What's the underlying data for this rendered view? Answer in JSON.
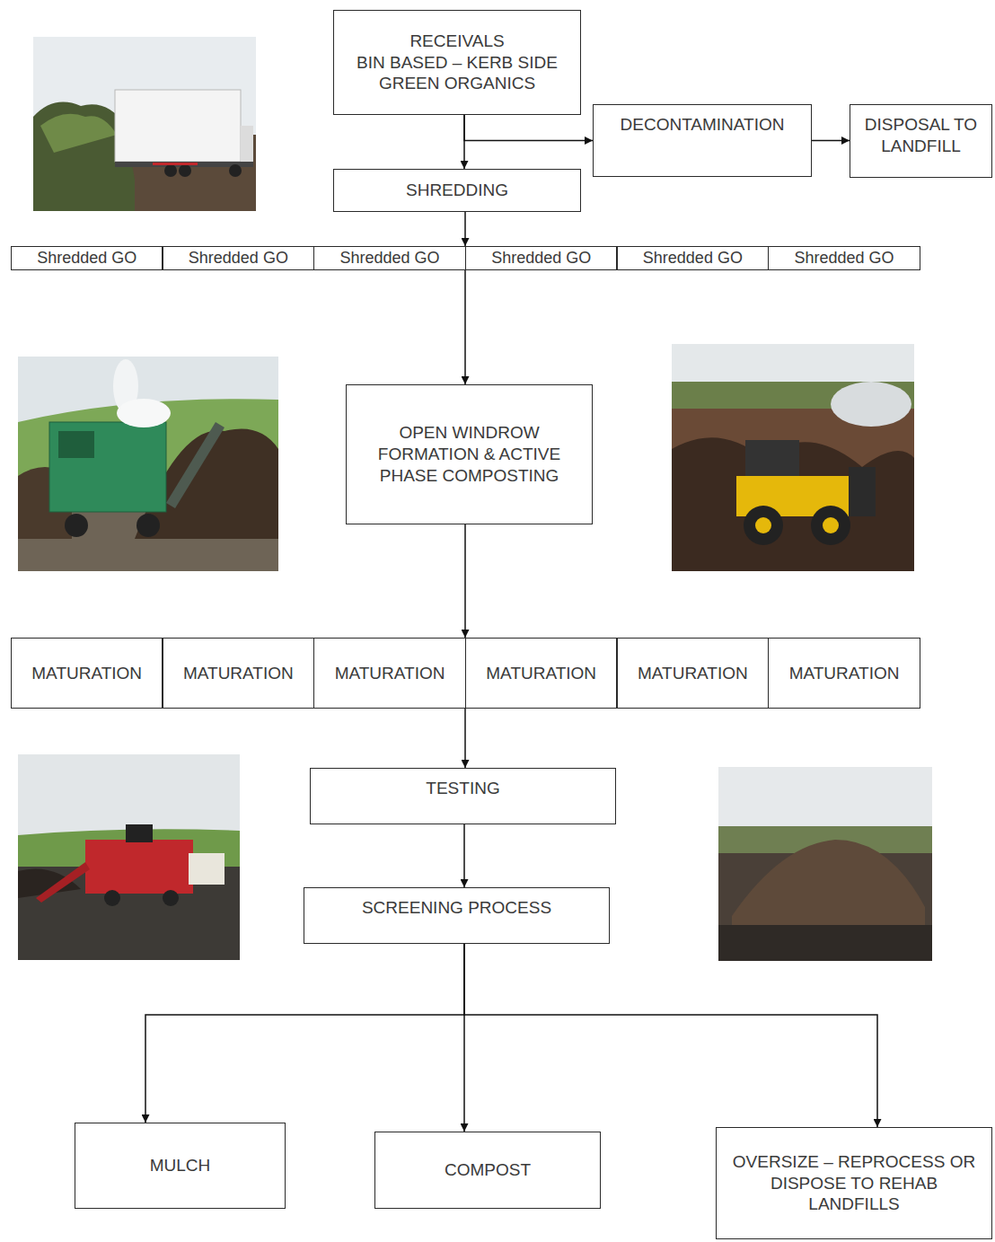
{
  "diagram": {
    "nodes": [
      {
        "text": [
          "RECEIVALS",
          "BIN BASED – KERB SIDE GREEN ORGANICS"
        ]
      },
      {
        "text": [
          "DECONTAMINATION"
        ]
      },
      {
        "text": [
          "DISPOSAL TO LANDFILL"
        ]
      },
      {
        "text": [
          "SHREDDING"
        ]
      },
      {
        "text": [
          "Shredded GO"
        ]
      },
      {
        "text": [
          "Shredded GO"
        ]
      },
      {
        "text": [
          "Shredded GO"
        ]
      },
      {
        "text": [
          "Shredded GO"
        ]
      },
      {
        "text": [
          "Shredded GO"
        ]
      },
      {
        "text": [
          "Shredded GO"
        ]
      },
      {
        "text": [
          "OPEN WINDROW FORMATION & ACTIVE PHASE COMPOSTING"
        ]
      },
      {
        "text": [
          "MATURATION"
        ]
      },
      {
        "text": [
          "MATURATION"
        ]
      },
      {
        "text": [
          "MATURATION"
        ]
      },
      {
        "text": [
          "MATURATION"
        ]
      },
      {
        "text": [
          "MATURATION"
        ]
      },
      {
        "text": [
          "MATURATION"
        ]
      },
      {
        "text": [
          "TESTING"
        ]
      },
      {
        "text": [
          "SCREENING PROCESS"
        ]
      },
      {
        "text": [
          "MULCH"
        ]
      },
      {
        "text": [
          "COMPOST"
        ]
      },
      {
        "text": [
          "OVERSIZE – REPROCESS OR DISPOSE TO REHAB LANDFILLS"
        ]
      }
    ],
    "edges": [
      {
        "from": 0,
        "to": 3,
        "arrow": "to"
      },
      {
        "from": 0,
        "to": 1,
        "arrow": "to"
      },
      {
        "from": 1,
        "to": 2,
        "arrow": "to"
      },
      {
        "from": 3,
        "to": 7,
        "arrow": "to"
      },
      {
        "from": 7,
        "to": 10,
        "arrow": "to"
      },
      {
        "from": 10,
        "to": 14,
        "arrow": "to"
      },
      {
        "from": 14,
        "to": 17,
        "arrow": "to"
      },
      {
        "from": 17,
        "to": 18,
        "arrow": "to"
      },
      {
        "from": 18,
        "to": 19,
        "arrow": "to"
      },
      {
        "from": 18,
        "to": 20,
        "arrow": "to"
      },
      {
        "from": 18,
        "to": 21,
        "arrow": "to"
      }
    ]
  }
}
